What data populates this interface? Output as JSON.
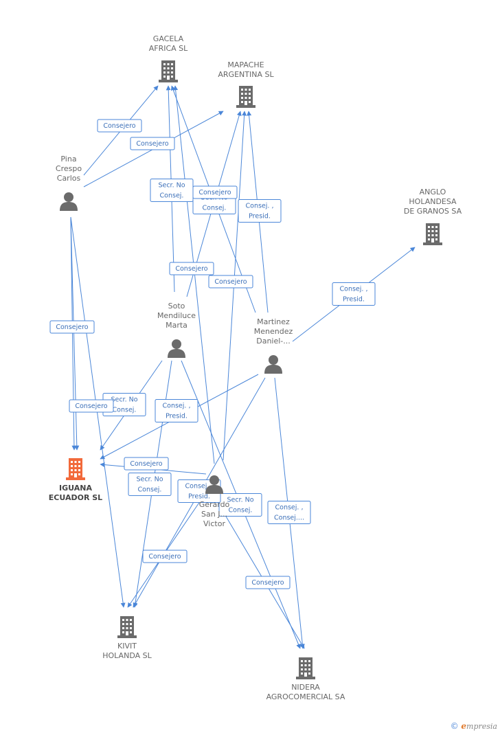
{
  "accent_color": "#4a86d8",
  "focus_color": "#f26a3b",
  "node_color": "#6b6b6b",
  "nodes": [
    {
      "id": "gacela",
      "kind": "company",
      "label": [
        "GACELA",
        "AFRICA SL"
      ]
    },
    {
      "id": "mapache",
      "kind": "company",
      "label": [
        "MAPACHE",
        "ARGENTINA SL"
      ]
    },
    {
      "id": "anglo",
      "kind": "company",
      "label": [
        "ANGLO",
        "HOLANDESA",
        "DE GRANOS SA"
      ]
    },
    {
      "id": "iguana",
      "kind": "company-focus",
      "label": [
        "IGUANA",
        "ECUADOR SL"
      ]
    },
    {
      "id": "kivit",
      "kind": "company",
      "label": [
        "KIVIT",
        "HOLANDA SL"
      ]
    },
    {
      "id": "nidera",
      "kind": "company",
      "label": [
        "NIDERA",
        "AGROCOMERCIAL SA"
      ]
    },
    {
      "id": "pina",
      "kind": "person",
      "label": [
        "Pina",
        "Crespo",
        "Carlos"
      ]
    },
    {
      "id": "soto",
      "kind": "person",
      "label": [
        "Soto",
        "Mendiluce",
        "Marta"
      ]
    },
    {
      "id": "martinez",
      "kind": "person",
      "label": [
        "Martinez",
        "Menendez",
        "Daniel-..."
      ]
    },
    {
      "id": "sanj",
      "kind": "person",
      "label": [
        "Gerardo",
        "San J...",
        "Victor"
      ]
    }
  ],
  "edges": [
    {
      "id": "e1",
      "from": "pina",
      "to": "gacela",
      "label": [
        "Consejero"
      ]
    },
    {
      "id": "e2",
      "from": "pina",
      "to": "mapache",
      "label": [
        "Consejero"
      ]
    },
    {
      "id": "e3",
      "from": "pina",
      "to": "iguana",
      "label": [
        "Consejero"
      ]
    },
    {
      "id": "e4",
      "from": "pina",
      "to": "kivit",
      "label": [
        "Consejero"
      ]
    },
    {
      "id": "e5",
      "from": "soto",
      "to": "gacela",
      "label": [
        "Secr. No",
        "Consej."
      ]
    },
    {
      "id": "e6",
      "from": "soto",
      "to": "mapache",
      "label": [
        "Consejero"
      ]
    },
    {
      "id": "e7",
      "from": "soto",
      "to": "iguana",
      "label": [
        "Secr. No",
        "Consej."
      ]
    },
    {
      "id": "e8",
      "from": "soto",
      "to": "kivit",
      "label": [
        "Secr. No",
        "Consej."
      ]
    },
    {
      "id": "e9",
      "from": "soto",
      "to": "nidera",
      "label": [
        "Secr. No",
        "Consej."
      ]
    },
    {
      "id": "e10",
      "from": "martinez",
      "to": "gacela",
      "label": [
        "Secr. No",
        "Consej."
      ]
    },
    {
      "id": "e11",
      "from": "martinez",
      "to": "mapache",
      "label": [
        "Consej. ,",
        "Presid."
      ]
    },
    {
      "id": "e12",
      "from": "martinez",
      "to": "anglo",
      "label": [
        "Consej. ,",
        "Presid."
      ]
    },
    {
      "id": "e13",
      "from": "martinez",
      "to": "iguana",
      "label": [
        "Consej. ,",
        "Presid."
      ]
    },
    {
      "id": "e14",
      "from": "martinez",
      "to": "kivit",
      "label": [
        "Consej. ,",
        "Presid."
      ]
    },
    {
      "id": "e15",
      "from": "martinez",
      "to": "nidera",
      "label": [
        "Consej. ,",
        "Consej...."
      ]
    },
    {
      "id": "e16",
      "from": "sanj",
      "to": "gacela",
      "label": [
        "Consejero"
      ]
    },
    {
      "id": "e17",
      "from": "sanj",
      "to": "mapache",
      "label": [
        "Consejero"
      ]
    },
    {
      "id": "e18",
      "from": "sanj",
      "to": "iguana",
      "label": [
        "Consejero"
      ]
    },
    {
      "id": "e19",
      "from": "sanj",
      "to": "kivit",
      "label": [
        "Consejero"
      ]
    },
    {
      "id": "e20",
      "from": "sanj",
      "to": "nidera",
      "label": [
        "Consejero"
      ]
    },
    {
      "id": "e21",
      "from": "pina",
      "to": "iguana",
      "label": [
        "Consejero"
      ]
    }
  ],
  "footer": {
    "symbol": "©",
    "brand_initial": "e",
    "brand_rest": "mpresia"
  }
}
